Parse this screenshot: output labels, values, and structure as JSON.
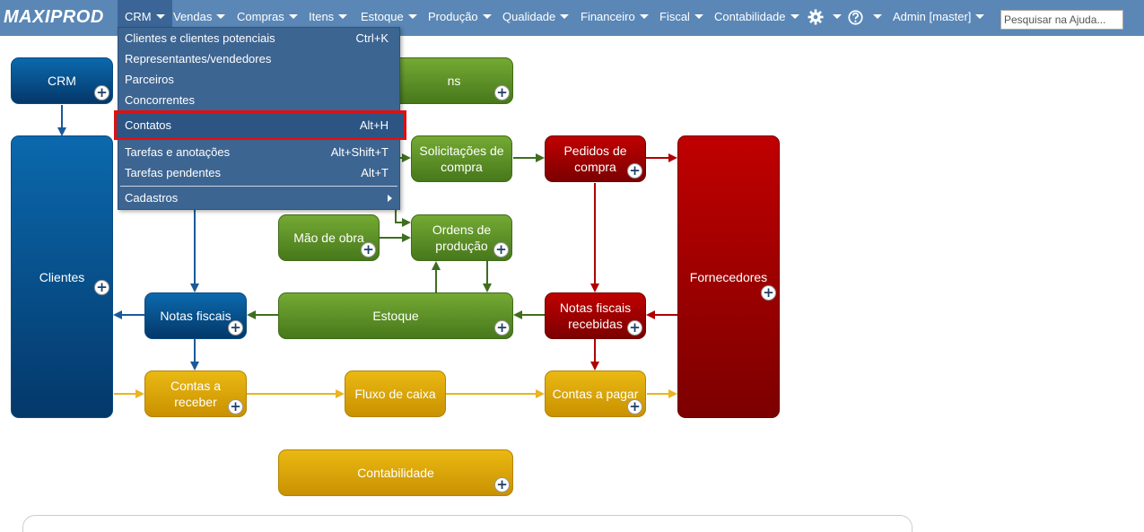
{
  "app": {
    "logo": "MAXIPROD"
  },
  "nav": {
    "items": [
      {
        "label": "CRM"
      },
      {
        "label": "Vendas"
      },
      {
        "label": "Compras"
      },
      {
        "label": "Itens"
      },
      {
        "label": "Estoque"
      },
      {
        "label": "Produção"
      },
      {
        "label": "Qualidade"
      },
      {
        "label": "Financeiro"
      },
      {
        "label": "Fiscal"
      },
      {
        "label": "Contabilidade"
      }
    ],
    "settings_icon": "gear-icon",
    "help_icon": "help-icon",
    "user_label": "Admin [master]",
    "search_placeholder": "Pesquisar na Ajuda..."
  },
  "crm_menu": {
    "items": [
      {
        "label": "Clientes e clientes potenciais",
        "shortcut": "Ctrl+K"
      },
      {
        "label": "Representantes/vendedores",
        "shortcut": ""
      },
      {
        "label": "Parceiros",
        "shortcut": ""
      },
      {
        "label": "Concorrentes",
        "shortcut": ""
      },
      {
        "label": "Contatos",
        "shortcut": "Alt+H",
        "highlighted": true
      },
      {
        "label": "Tarefas e anotações",
        "shortcut": "Alt+Shift+T"
      },
      {
        "label": "Tarefas pendentes",
        "shortcut": "Alt+T"
      },
      {
        "label": "Cadastros",
        "shortcut": "",
        "submenu": true
      }
    ]
  },
  "diagram": {
    "boxes": {
      "crm": "CRM",
      "itens_partial": "ns",
      "clientes": "Clientes",
      "solicitacoes": "Solicitações de compra",
      "pedidos": "Pedidos de compra",
      "fornecedores": "Fornecedores",
      "mao_obra": "Mão de obra",
      "ordens": "Ordens de produção",
      "notas_fiscais": "Notas fiscais",
      "estoque": "Estoque",
      "notas_recebidas": "Notas fiscais recebidas",
      "contas_receber": "Contas a receber",
      "fluxo_caixa": "Fluxo de caixa",
      "contas_pagar": "Contas a pagar",
      "contabilidade": "Contabilidade"
    },
    "plus_symbol": "+",
    "colors": {
      "topbar": "#5a87b6",
      "menu_bg": "#3d6592",
      "highlight_border": "#e01010",
      "blue": "#0b5a99",
      "green": "#5f9127",
      "red": "#a00000",
      "gold": "#e0aa0a"
    }
  }
}
